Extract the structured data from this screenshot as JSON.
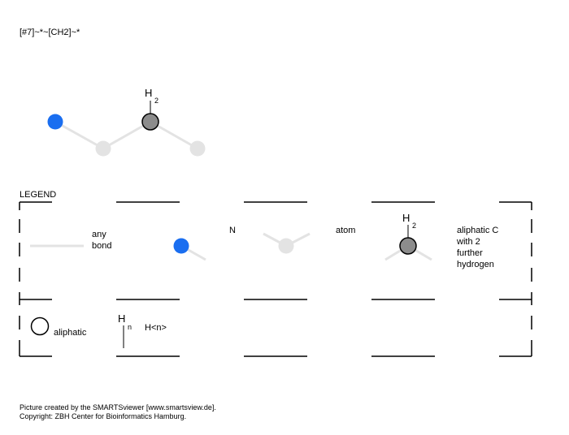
{
  "smarts": "[#7]~*~[CH2]~*",
  "molecule": {
    "h_label": "H",
    "h_count": "2"
  },
  "legend": {
    "title": "LEGEND",
    "any_bond": "any\nbond",
    "nitrogen": "N",
    "atom": "atom",
    "aliphatic_c_h": "H",
    "aliphatic_c_h_count": "2",
    "aliphatic_c": "aliphatic C\nwith 2\nfurther\nhydrogen",
    "aliphatic": "aliphatic",
    "hn_h": "H",
    "hn_n": "n",
    "hn_label": "H<n>"
  },
  "colors": {
    "nitrogen": "#1a6ef0",
    "any_atom": "#e3e3e3",
    "carbon": "#8c8c8c",
    "bond": "#e3e3e3"
  },
  "footer": {
    "line1": "Picture created by the SMARTSviewer [www.smartsview.de].",
    "line2": "Copyright: ZBH Center for Bioinformatics Hamburg."
  }
}
